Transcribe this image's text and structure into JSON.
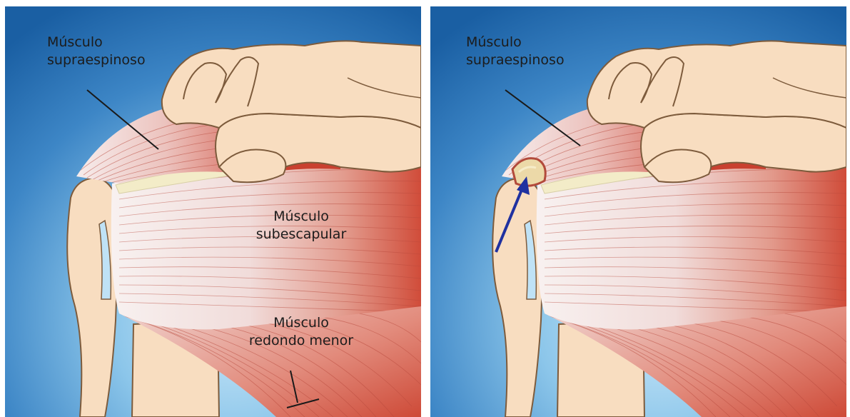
{
  "colors": {
    "background_blue": "#1a5fa3",
    "background_light": "#bfe2f6",
    "bone": "#f8ddc0",
    "bone_outline": "#7d5b3c",
    "muscle_red": "#d24c3a",
    "tendon_white": "#f6efee",
    "arrow": "#2031a0"
  },
  "panels": {
    "left": {
      "labels": {
        "supraspinatus": {
          "line1": "Músculo",
          "line2": "supraespinoso"
        },
        "subscapularis": {
          "line1": "Músculo",
          "line2": "subescapular"
        },
        "teres_minor": {
          "line1": "Músculo",
          "line2": "redondo menor"
        }
      }
    },
    "right": {
      "labels": {
        "supraspinatus": {
          "line1": "Músculo",
          "line2": "supraespinoso"
        }
      },
      "arrow_icon": "arrow-up-right-icon"
    }
  }
}
